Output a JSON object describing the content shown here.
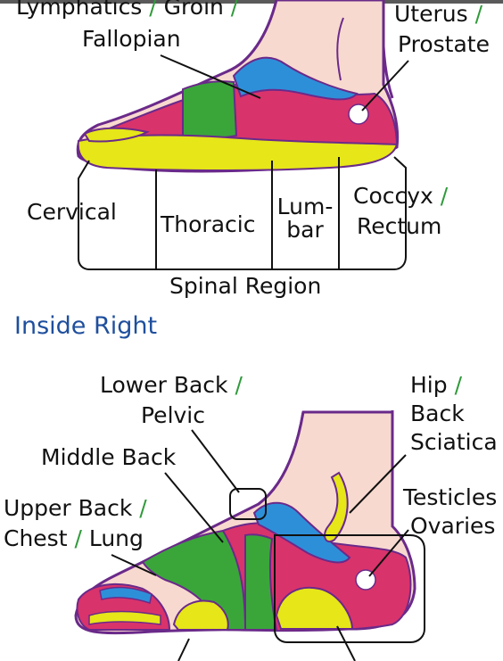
{
  "colors": {
    "magenta": "#d9336b",
    "yellow": "#e6e619",
    "blue": "#2e8fd9",
    "green": "#3aa63a",
    "skin": "#f8d9cf",
    "outline": "#6a2a8a",
    "separator_green": "#2f9a3a",
    "heading_blue": "#1f4f9d"
  },
  "top": {
    "labels": {
      "lymph": {
        "a": "Lymphatics",
        "sep1": " / ",
        "b": "Groin",
        "sep2": " /"
      },
      "fallopian": "Fallopian",
      "uterus": "Uterus",
      "uterus_sep": " /",
      "prostate": "Prostate"
    },
    "spinal": {
      "cervical": "Cervical",
      "thoracic": "Thoracic",
      "lumbar_1": "Lum-",
      "lumbar_2": "bar",
      "coccyx": "Coccyx",
      "coccyx_sep": " /",
      "rectum": "Rectum",
      "caption": "Spinal Region"
    }
  },
  "section_heading": "Inside Right",
  "bottom": {
    "labels": {
      "lower_back": "Lower Back",
      "lower_back_sep": " /",
      "pelvic": "Pelvic",
      "middle_back": "Middle Back",
      "upper_back": "Upper Back",
      "upper_back_sep": " /",
      "chest": "Chest",
      "chest_sep": " / ",
      "lung": "Lung",
      "hip": "Hip",
      "hip_sep": " /",
      "back": "Back",
      "sciatica": "Sciatica",
      "testicles": "Testicles",
      "ovaries": "Ovaries"
    }
  }
}
